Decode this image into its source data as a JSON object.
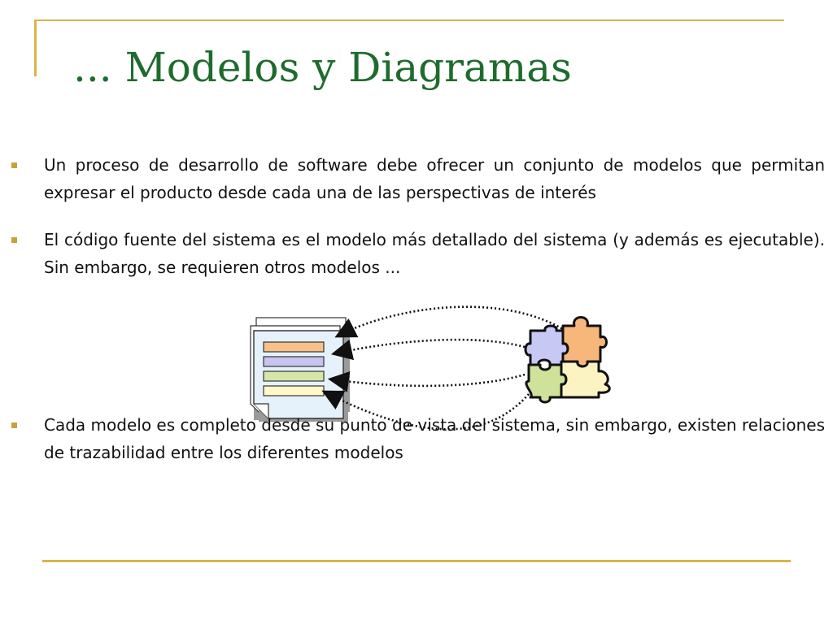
{
  "slide": {
    "title": "... Modelos y Diagramas",
    "bullets": [
      "Un proceso de desarrollo de software debe ofrecer un conjunto de modelos que permitan expresar el producto desde cada una de las perspectivas de interés",
      "El código fuente del sistema es el modelo más detallado del sistema (y además es ejecutable). Sin embargo, se requieren otros modelos ...",
      "Cada modelo es completo desde su punto de vista del sistema, sin embargo, existen relaciones de trazabilidad entre los diferentes modelos"
    ]
  },
  "colors": {
    "title": "#1e6b2e",
    "accent_line": "#d8b54a",
    "bullet": "#c7a23c",
    "doc_bar_1": "#f8c08a",
    "doc_bar_2": "#c9c3f0",
    "doc_bar_3": "#d6e6a8",
    "doc_bar_4": "#fff8c8",
    "puzzle_purple": "#c8c8f5",
    "puzzle_orange": "#f7b77a",
    "puzzle_green": "#cfe29a",
    "puzzle_yellow": "#fbf3c2"
  },
  "icons": [
    "stacked-documents-icon",
    "puzzle-pieces-icon"
  ]
}
